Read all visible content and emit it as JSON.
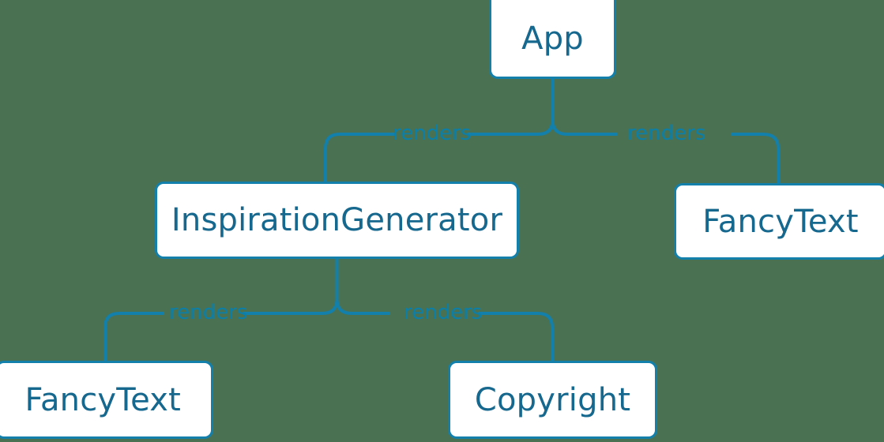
{
  "diagram": {
    "type": "component-tree",
    "background_color": "#4a7152",
    "accent_color": "#137fab",
    "node_text_color": "#16688f",
    "edge_label_color": "#0b7fa8",
    "nodes": [
      {
        "id": "app",
        "label": "App"
      },
      {
        "id": "inspiration-generator",
        "label": "InspirationGenerator"
      },
      {
        "id": "fancytext-right",
        "label": "FancyText"
      },
      {
        "id": "fancytext-bottom",
        "label": "FancyText"
      },
      {
        "id": "copyright",
        "label": "Copyright"
      }
    ],
    "edges": [
      {
        "from": "app",
        "to": "inspiration-generator",
        "label": "renders"
      },
      {
        "from": "app",
        "to": "fancytext-right",
        "label": "renders"
      },
      {
        "from": "inspiration-generator",
        "to": "fancytext-bottom",
        "label": "renders"
      },
      {
        "from": "inspiration-generator",
        "to": "copyright",
        "label": "renders"
      }
    ]
  }
}
